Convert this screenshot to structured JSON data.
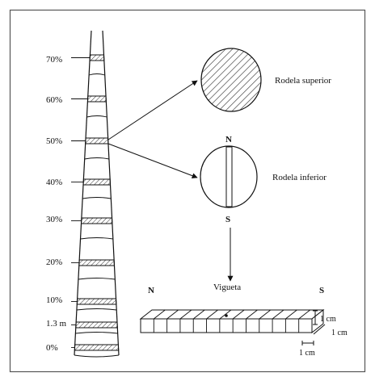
{
  "trunk": {
    "height_labels": [
      "70%",
      "60%",
      "50%",
      "40%",
      "30%",
      "20%",
      "10%",
      "1.3 m",
      "0%"
    ]
  },
  "disks": {
    "upper_label": "Rodela superior",
    "lower_label": "Rodela inferior",
    "north_label": "N",
    "south_label": "S"
  },
  "beam": {
    "label": "Vigueta",
    "north_label": "N",
    "south_label": "S",
    "segments": 13,
    "dimensions": [
      "1 cm",
      "1 cm",
      "1 cm"
    ]
  },
  "colors": {
    "line": "#111111",
    "frame": "#555555",
    "hatch": "#333333"
  }
}
